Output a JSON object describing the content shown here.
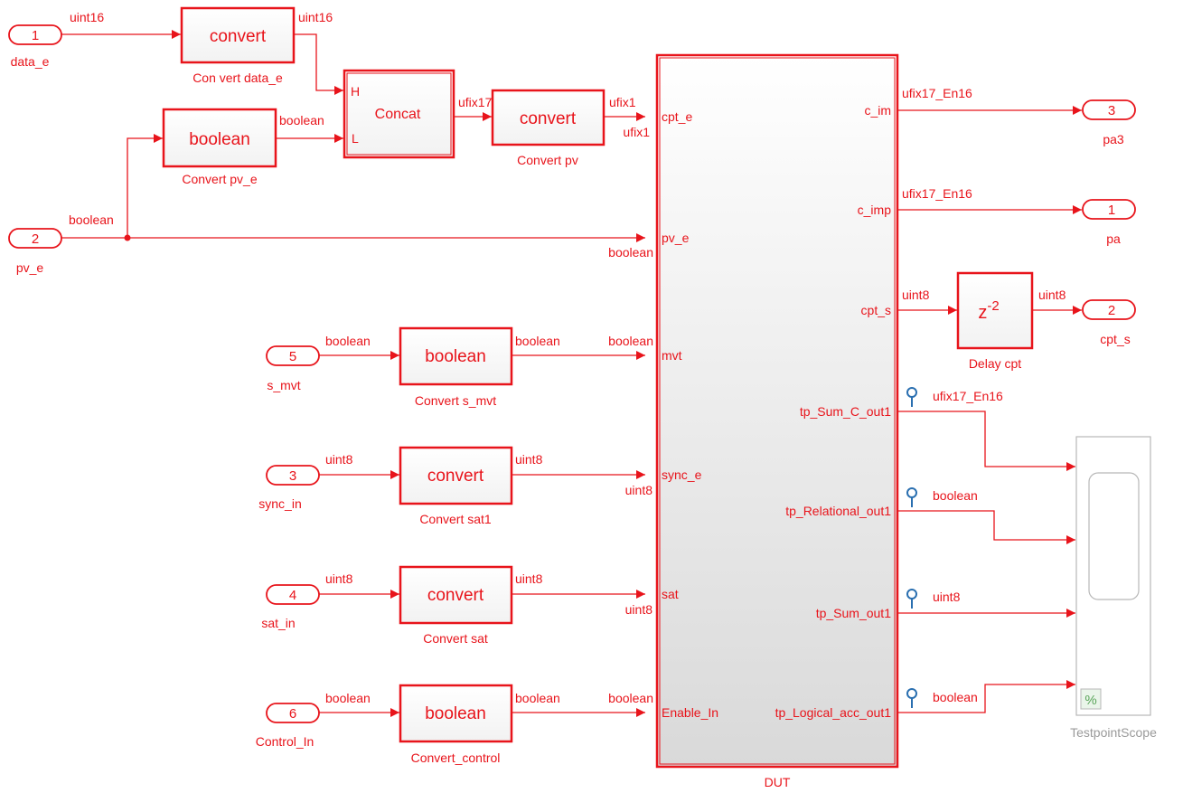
{
  "inports": [
    {
      "num": "1",
      "name": "data_e"
    },
    {
      "num": "2",
      "name": "pv_e"
    },
    {
      "num": "5",
      "name": "s_mvt"
    },
    {
      "num": "3",
      "name": "sync_in"
    },
    {
      "num": "4",
      "name": "sat_in"
    },
    {
      "num": "6",
      "name": "Control_In"
    }
  ],
  "outports": [
    {
      "num": "3",
      "name": "pa3"
    },
    {
      "num": "1",
      "name": "pa"
    },
    {
      "num": "2",
      "name": "cpt_s"
    }
  ],
  "blocks": {
    "convert_data_e": {
      "text": "convert",
      "name": "Con vert data_e"
    },
    "convert_pv_e": {
      "text": "boolean",
      "name": "Convert pv_e"
    },
    "concat": {
      "text": "Concat",
      "port_h": "H",
      "port_l": "L"
    },
    "convert_pv": {
      "text": "convert",
      "name": "Convert pv"
    },
    "convert_s_mvt": {
      "text": "boolean",
      "name": "Convert s_mvt"
    },
    "convert_sat1": {
      "text": "convert",
      "name": "Convert sat1"
    },
    "convert_sat": {
      "text": "convert",
      "name": "Convert sat"
    },
    "convert_control": {
      "text": "boolean",
      "name": "Convert_control"
    },
    "delay": {
      "text": "z",
      "exp": "-2",
      "name": "Delay cpt"
    },
    "scope": {
      "name": "TestpointScope",
      "badge": "%"
    }
  },
  "dut": {
    "name": "DUT",
    "inputs": [
      "cpt_e",
      "pv_e",
      "mvt",
      "sync_e",
      "sat",
      "Enable_In"
    ],
    "outputs": [
      "c_im",
      "c_imp",
      "cpt_s",
      "tp_Sum_C_out1",
      "tp_Relational_out1",
      "tp_Sum_out1",
      "tp_Logical_acc_out1"
    ]
  },
  "signals": {
    "data_e_in": "uint16",
    "data_e_out": "uint16",
    "pv_e_line": "boolean",
    "pv_e_conv_out": "boolean",
    "concat_out": "ufix17",
    "convert_pv_out": "ufix1",
    "cpt_e_in": "ufix1",
    "pv_e_in": "boolean",
    "s_mvt_in": "boolean",
    "s_mvt_out": "boolean",
    "mvt_in": "boolean",
    "sync_in_in": "uint8",
    "sync_out": "uint8",
    "sync_e_in": "uint8",
    "sat_in_in": "uint8",
    "sat_out": "uint8",
    "sat_e_in": "uint8",
    "ctrl_in": "boolean",
    "ctrl_out": "boolean",
    "enable_in": "boolean",
    "c_im_out": "ufix17_En16",
    "c_imp_out": "ufix17_En16",
    "cpt_s_out": "uint8",
    "delay_out": "uint8",
    "tp1": "ufix17_En16",
    "tp2": "boolean",
    "tp3": "uint8",
    "tp4": "boolean"
  },
  "colors": {
    "accent": "#e8141b",
    "testpoint": "#2a6fb0",
    "scope": "#b8b8b8"
  }
}
